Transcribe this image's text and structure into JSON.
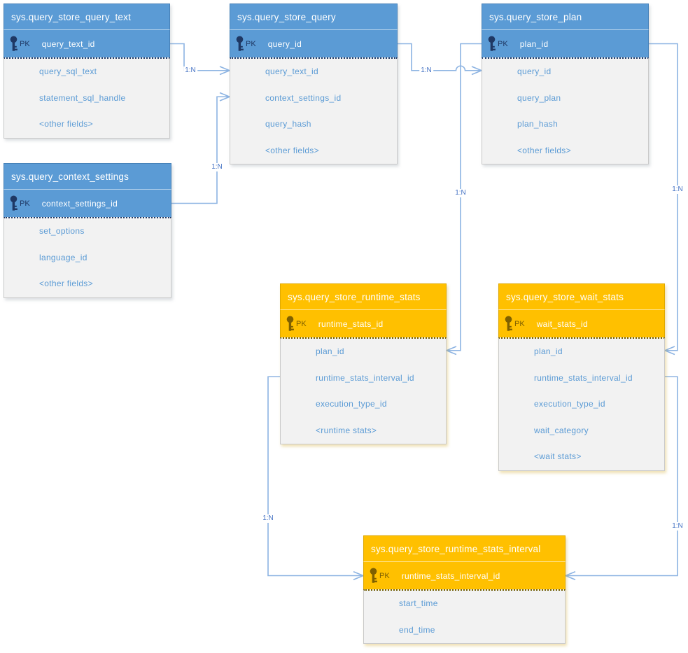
{
  "diagram": {
    "kind": "entity-relationship-diagram",
    "pk_badge": "PK",
    "colors": {
      "blue_header": "#5B9BD5",
      "gold_header": "#FFC000",
      "body_background": "#F2F2F2",
      "field_text": "#5B9BD5",
      "blue_pk_icon": "#1F3864",
      "gold_pk_icon": "#7F6000",
      "relationship_line": "#8CB3E2",
      "cardinality_text": "#4472C4"
    },
    "tables": [
      {
        "name": "sys.query_store_query_text",
        "theme": "blue",
        "primary_key": "query_text_id",
        "fields": [
          "query_sql_text",
          "statement_sql_handle",
          "<other fields>"
        ]
      },
      {
        "name": "sys.query_store_query",
        "theme": "blue",
        "primary_key": "query_id",
        "fields": [
          "query_text_id",
          "context_settings_id",
          "query_hash",
          "<other fields>"
        ]
      },
      {
        "name": "sys.query_store_plan",
        "theme": "blue",
        "primary_key": "plan_id",
        "fields": [
          "query_id",
          "query_plan",
          "plan_hash",
          "<other fields>"
        ]
      },
      {
        "name": "sys.query_context_settings",
        "theme": "blue",
        "primary_key": "context_settings_id",
        "fields": [
          "set_options",
          "language_id",
          "<other fields>"
        ]
      },
      {
        "name": "sys.query_store_runtime_stats",
        "theme": "gold",
        "primary_key": "runtime_stats_id",
        "fields": [
          "plan_id",
          "runtime_stats_interval_id",
          "execution_type_id",
          "<runtime stats>"
        ]
      },
      {
        "name": "sys.query_store_wait_stats",
        "theme": "gold",
        "primary_key": "wait_stats_id",
        "fields": [
          "plan_id",
          "runtime_stats_interval_id",
          "execution_type_id",
          "wait_category",
          "<wait stats>"
        ]
      },
      {
        "name": "sys.query_store_runtime_stats_interval",
        "theme": "gold",
        "primary_key": "runtime_stats_interval_id",
        "fields": [
          "start_time",
          "end_time"
        ]
      }
    ],
    "connections": [
      {
        "label": "1:N",
        "from": "sys.query_store_query_text.query_text_id",
        "to": "sys.query_store_query.query_text_id"
      },
      {
        "label": "1:N",
        "from": "sys.query_context_settings.context_settings_id",
        "to": "sys.query_store_query.context_settings_id"
      },
      {
        "label": "1:N",
        "from": "sys.query_store_query.query_id",
        "to": "sys.query_store_plan.query_id"
      },
      {
        "label": "1:N",
        "from": "sys.query_store_plan.plan_id",
        "to": "sys.query_store_runtime_stats.plan_id"
      },
      {
        "label": "1:N",
        "from": "sys.query_store_plan.plan_id",
        "to": "sys.query_store_wait_stats.plan_id"
      },
      {
        "label": "1:N",
        "from": "sys.query_store_runtime_stats.runtime_stats_interval_id",
        "to": "sys.query_store_runtime_stats_interval.runtime_stats_interval_id"
      },
      {
        "label": "1:N",
        "from": "sys.query_store_wait_stats.runtime_stats_interval_id",
        "to": "sys.query_store_runtime_stats_interval.runtime_stats_interval_id"
      }
    ]
  }
}
